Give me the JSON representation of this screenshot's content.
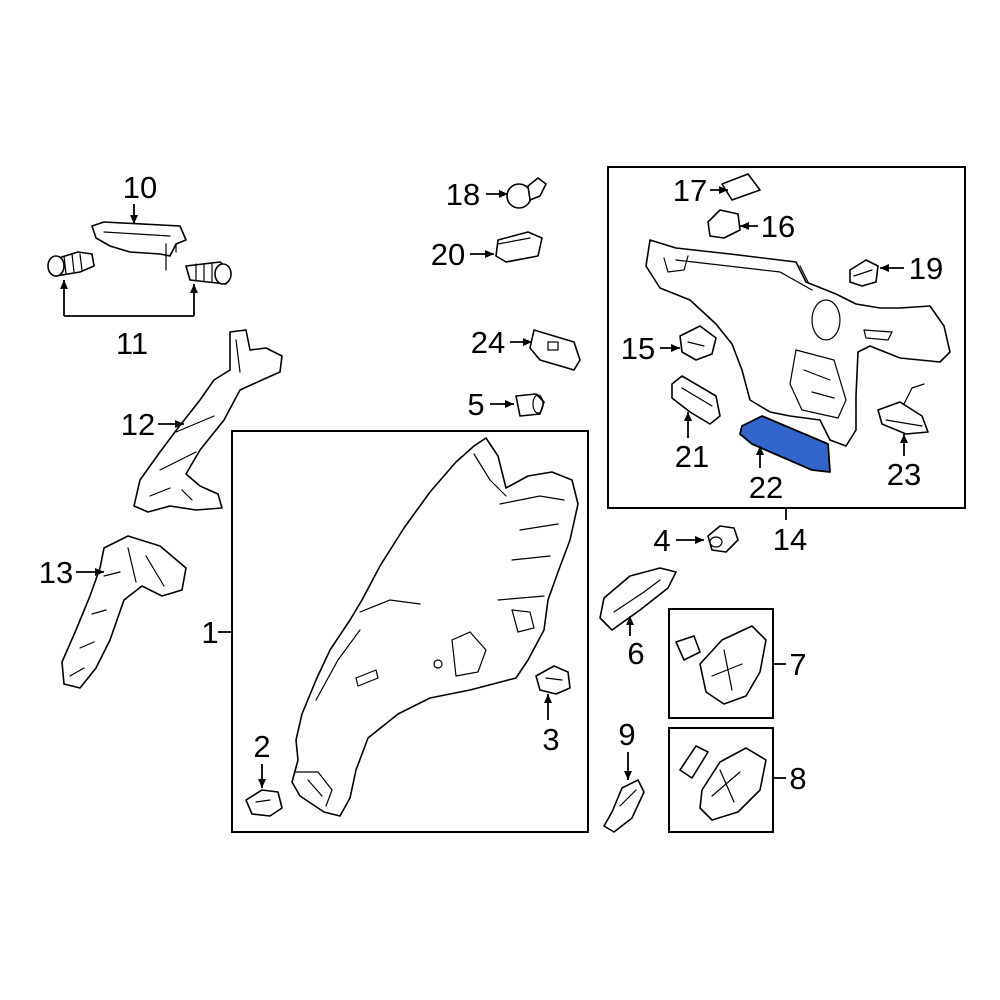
{
  "diagram": {
    "highlight_color": "#3366cc",
    "highlighted_part": "22",
    "callouts": {
      "c1": "1",
      "c2": "2",
      "c3": "3",
      "c4": "4",
      "c5": "5",
      "c6": "6",
      "c7": "7",
      "c8": "8",
      "c9": "9",
      "c10": "10",
      "c11": "11",
      "c12": "12",
      "c13": "13",
      "c14": "14",
      "c15": "15",
      "c16": "16",
      "c17": "17",
      "c18": "18",
      "c19": "19",
      "c20": "20",
      "c21": "21",
      "c22": "22",
      "c23": "23",
      "c24": "24"
    }
  }
}
